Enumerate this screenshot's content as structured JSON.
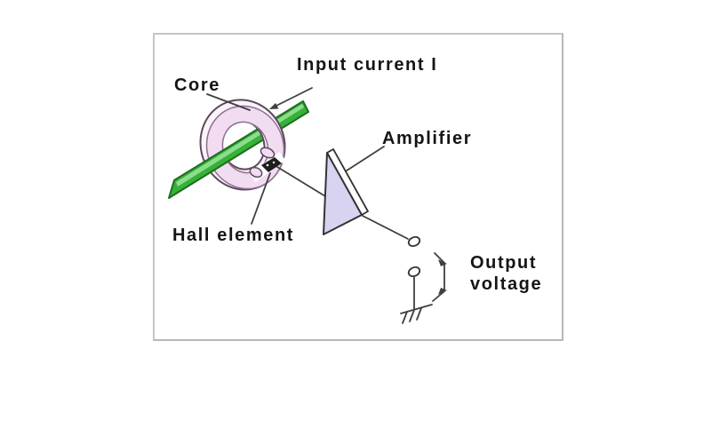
{
  "diagram": {
    "labels": {
      "core": "Core",
      "input_current": "Input current I",
      "amplifier": "Amplifier",
      "hall_element": "Hall element",
      "output_voltage_line1": "Output",
      "output_voltage_line2": "voltage"
    },
    "colors": {
      "conductor_green": "#35b238",
      "conductor_outline": "#1d6e1d",
      "conductor_highlight": "#8edc8e",
      "core_fill": "#f2dcf2",
      "core_rim": "#fbf3fb",
      "core_outline": "#5a4a5a",
      "amplifier_fill": "#d9d3f2",
      "line_color": "#3f3f3f",
      "hall_chip": "#1e1e1e",
      "box_border": "#c5c5c5"
    }
  }
}
